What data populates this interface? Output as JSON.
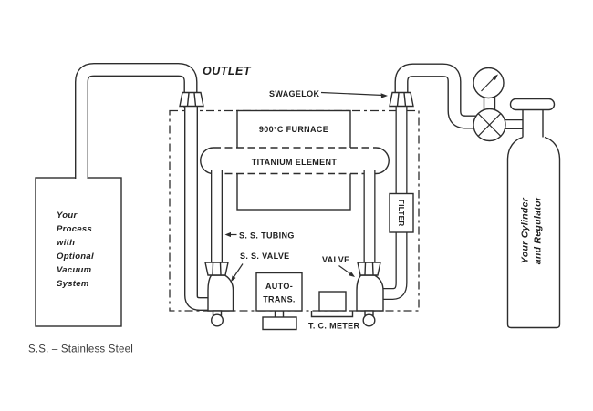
{
  "diagram": {
    "labels": {
      "outlet": "OUTLET",
      "swagelok": "SWAGELOK",
      "furnace": "900°C FURNACE",
      "titanium_element": "TITANIUM ELEMENT",
      "ss_tubing": "S. S. TUBING",
      "ss_valve": "S. S. VALVE",
      "valve": "VALVE",
      "auto_trans_line1": "AUTO-",
      "auto_trans_line2": "TRANS.",
      "tc_meter": "T. C. METER",
      "filter": "FILTER",
      "legend": "S.S. – Stainless Steel"
    },
    "process_box": {
      "lines": [
        "Your",
        "Process",
        "with",
        "Optional",
        "Vacuum",
        "System"
      ]
    },
    "cylinder": {
      "line1": "Your Cylinder",
      "line2": "and Regulator"
    },
    "colors": {
      "line": "#2d2d2d",
      "background": "#ffffff"
    }
  }
}
